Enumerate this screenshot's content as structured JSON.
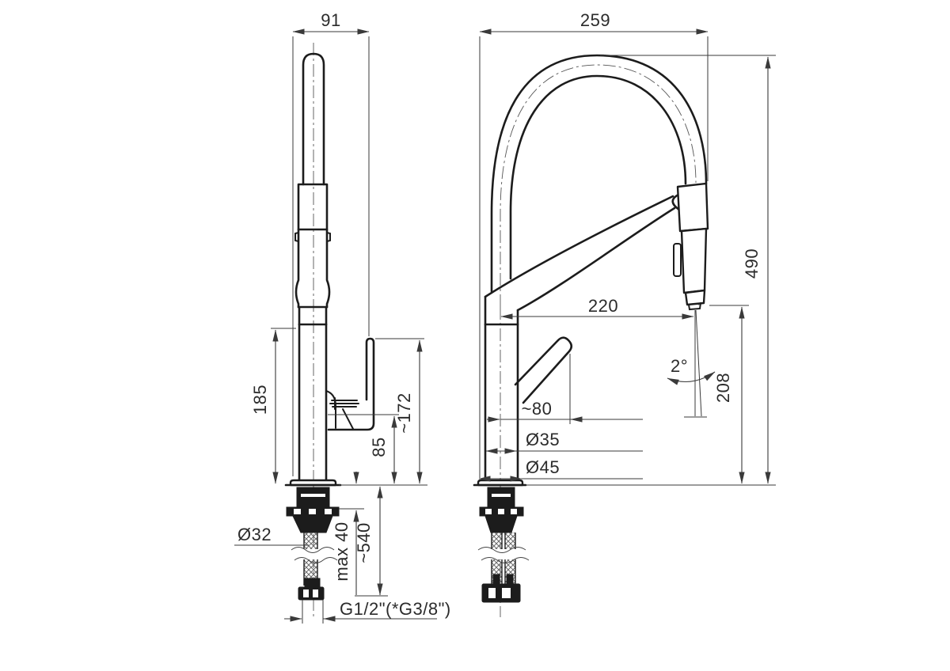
{
  "drawing": {
    "type": "faucet-dimensional-drawing",
    "side_view": {
      "dim_depth": "91",
      "dim_spout_joint_height": "185",
      "dim_handle_height": "~172",
      "dim_outlet_height": "85",
      "dim_shank_diameter": "Ø32",
      "dim_mounting_depth": "max 40",
      "dim_hose_length": "~540",
      "dim_thread": "G1/2\"(*G3/8\")"
    },
    "front_view": {
      "dim_width": "259",
      "dim_total_height": "490",
      "dim_reach": "220",
      "dim_outlet_height": "208",
      "dim_spray_angle": "2°",
      "dim_lever_reach": "~80",
      "dim_body_diameter": "Ø35",
      "dim_base_diameter": "Ø45"
    }
  },
  "colors": {
    "background": "#ffffff",
    "line": "#1c1c1c",
    "dimension_line": "#3a3a3a",
    "text": "#2b2b2b"
  }
}
